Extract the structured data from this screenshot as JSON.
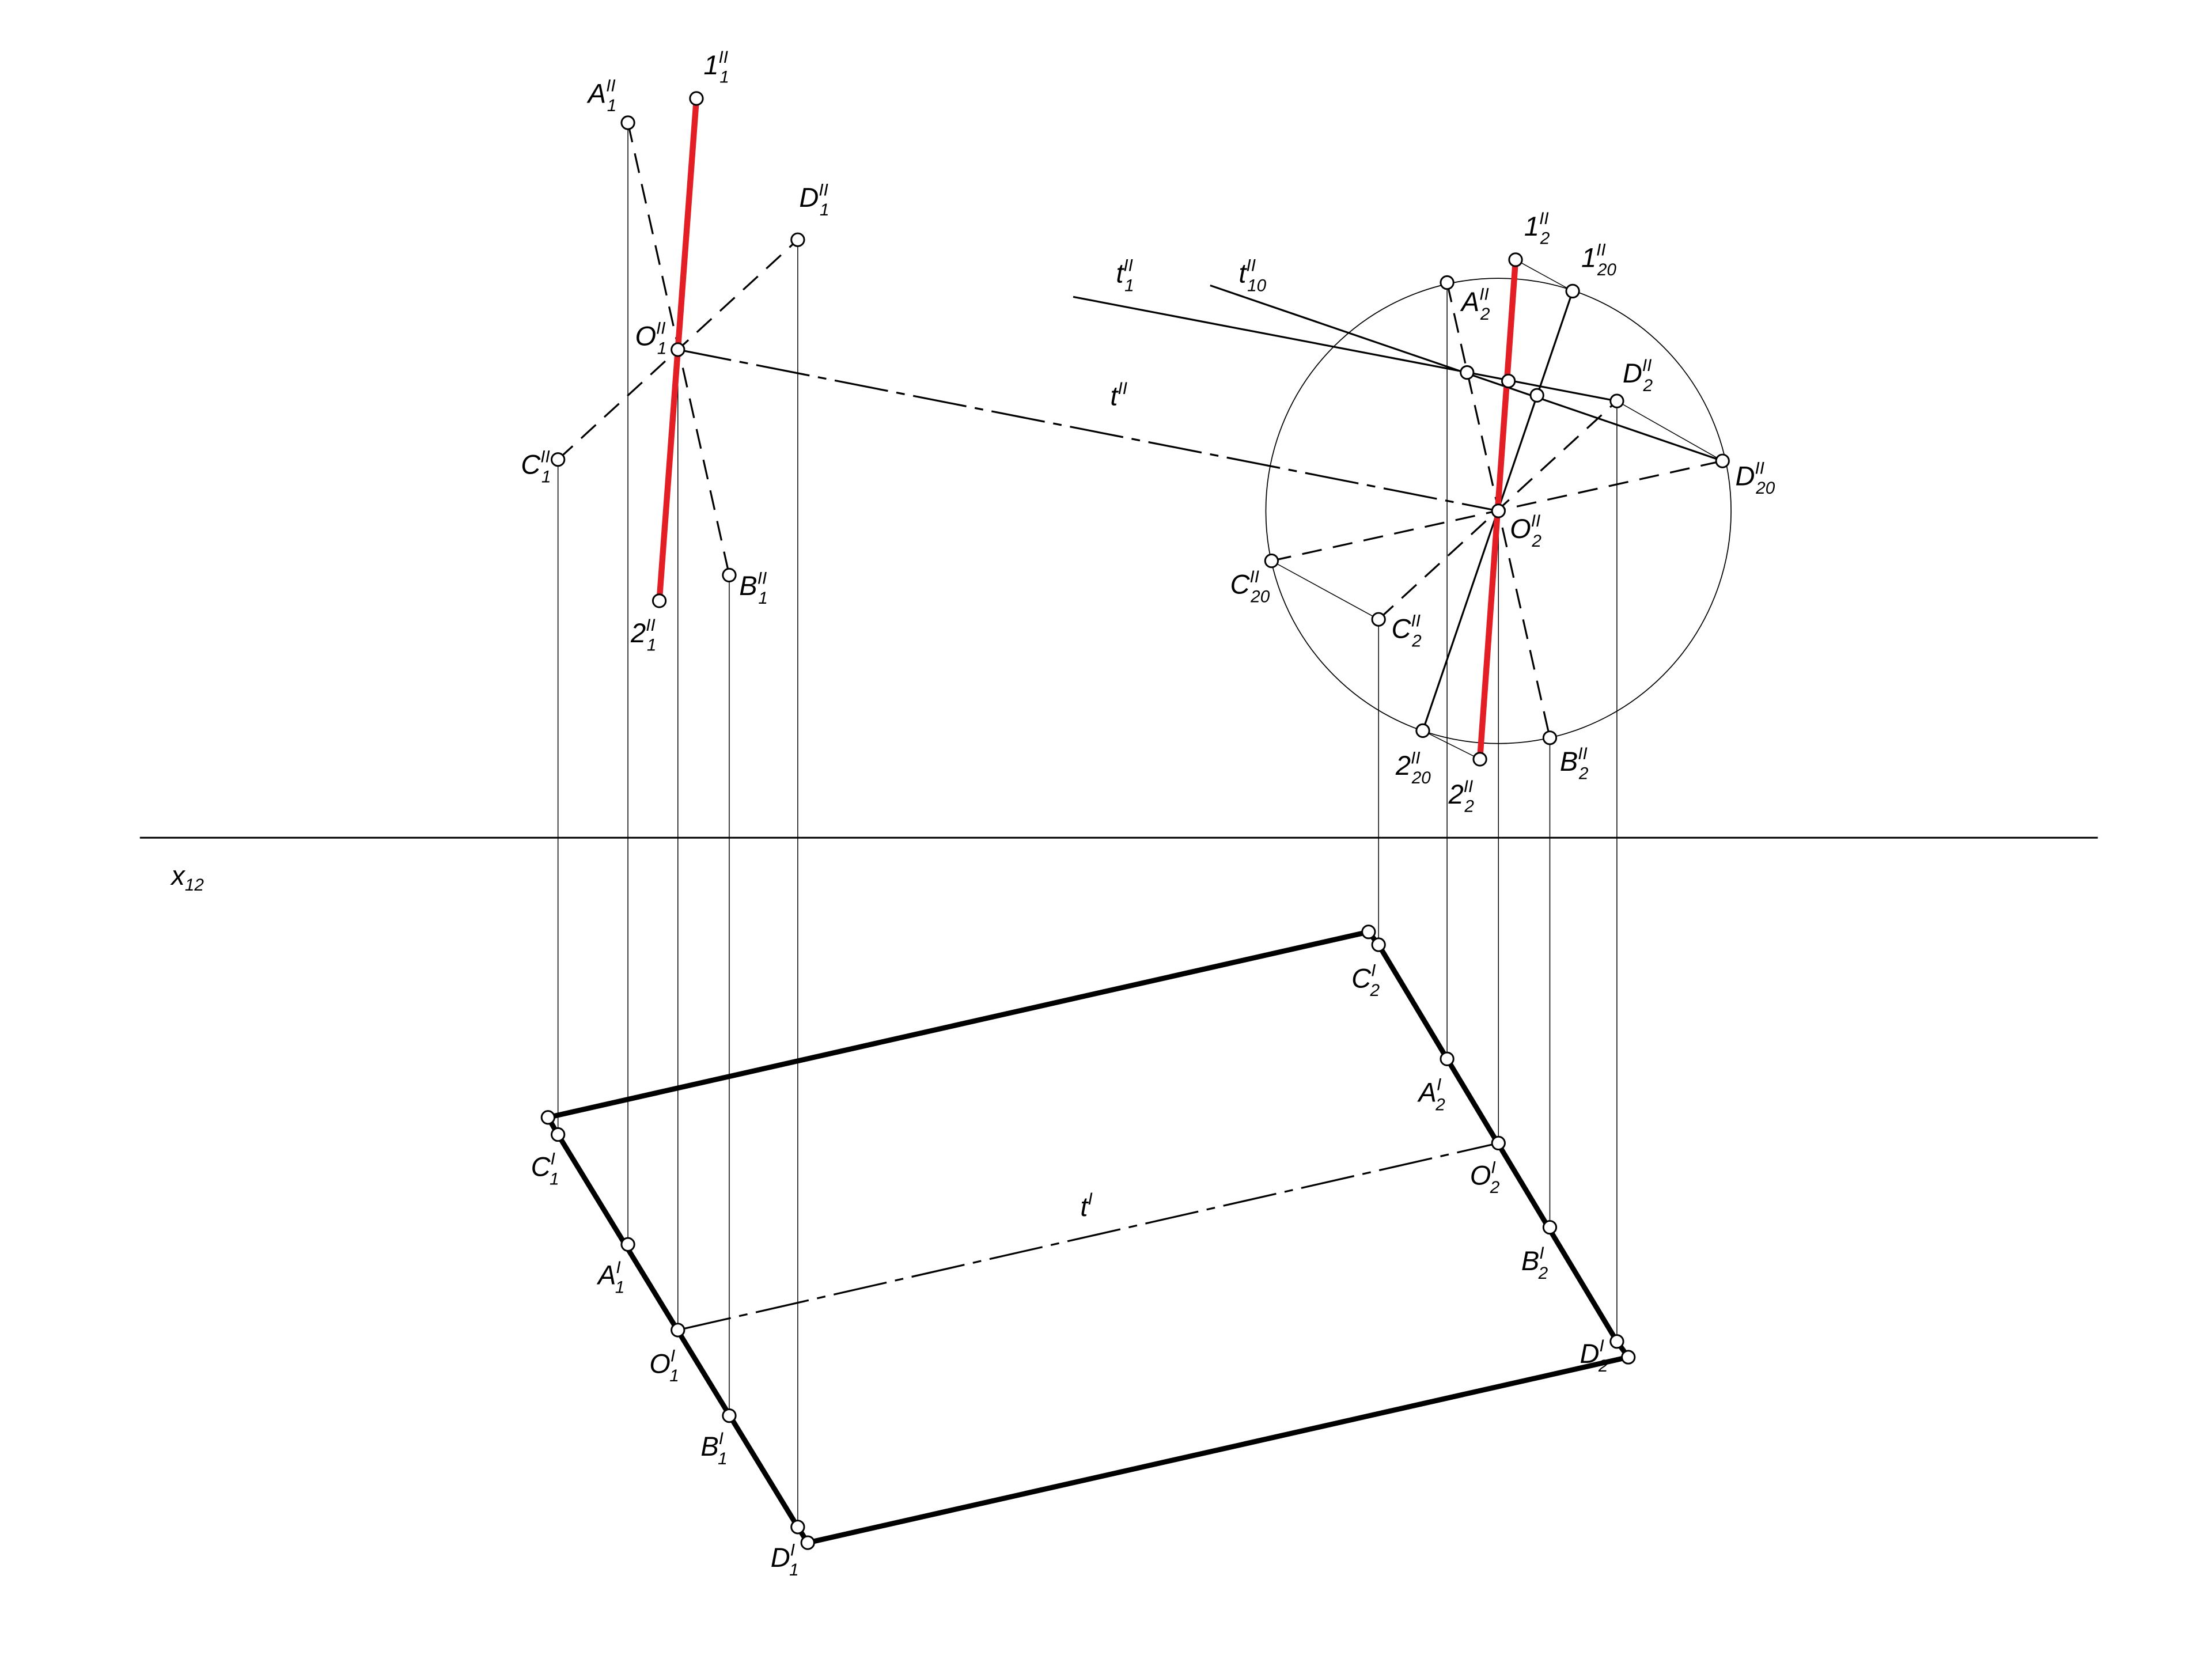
{
  "figure": {
    "type": "descriptive-geometry-projection",
    "axis_label": "x",
    "axis_sub": "12",
    "frontal_view_1": {
      "points": {
        "A": {
          "name": "A",
          "mark": "II",
          "sub": "1"
        },
        "B": {
          "name": "B",
          "mark": "II",
          "sub": "1"
        },
        "C": {
          "name": "C",
          "mark": "II",
          "sub": "1"
        },
        "D": {
          "name": "D",
          "mark": "II",
          "sub": "1"
        },
        "O": {
          "name": "O",
          "mark": "II",
          "sub": "1"
        },
        "P1": {
          "name": "1",
          "mark": "II",
          "sub": "1"
        },
        "P2": {
          "name": "2",
          "mark": "II",
          "sub": "1"
        }
      }
    },
    "frontal_view_2": {
      "points": {
        "A": {
          "name": "A",
          "mark": "II",
          "sub": "2"
        },
        "B": {
          "name": "B",
          "mark": "II",
          "sub": "2"
        },
        "C": {
          "name": "C",
          "mark": "II",
          "sub": "2"
        },
        "D": {
          "name": "D",
          "mark": "II",
          "sub": "2"
        },
        "O": {
          "name": "O",
          "mark": "II",
          "sub": "2"
        },
        "P1": {
          "name": "1",
          "mark": "II",
          "sub": "2"
        },
        "P2": {
          "name": "2",
          "mark": "II",
          "sub": "2"
        },
        "P1_20": {
          "name": "1",
          "mark": "II",
          "sub": "20"
        },
        "P2_20": {
          "name": "2",
          "mark": "II",
          "sub": "20"
        },
        "C_20": {
          "name": "C",
          "mark": "II",
          "sub": "20"
        },
        "D_20": {
          "name": "D",
          "mark": "II",
          "sub": "20"
        }
      },
      "lines": {
        "t": {
          "name": "t",
          "mark": "II",
          "sub": ""
        },
        "t1": {
          "name": "t",
          "mark": "II",
          "sub": "1"
        },
        "t10": {
          "name": "t",
          "mark": "II",
          "sub": "10"
        }
      }
    },
    "horizontal_view": {
      "points": {
        "C1": {
          "name": "C",
          "mark": "I",
          "sub": "1"
        },
        "A1": {
          "name": "A",
          "mark": "I",
          "sub": "1"
        },
        "O1": {
          "name": "O",
          "mark": "I",
          "sub": "1"
        },
        "B1": {
          "name": "B",
          "mark": "I",
          "sub": "1"
        },
        "D1": {
          "name": "D",
          "mark": "I",
          "sub": "1"
        },
        "C2": {
          "name": "C",
          "mark": "I",
          "sub": "2"
        },
        "A2": {
          "name": "A",
          "mark": "I",
          "sub": "2"
        },
        "O2": {
          "name": "O",
          "mark": "I",
          "sub": "2"
        },
        "B2": {
          "name": "B",
          "mark": "I",
          "sub": "2"
        },
        "D2": {
          "name": "D",
          "mark": "I",
          "sub": "2"
        }
      },
      "lines": {
        "t": {
          "name": "t",
          "mark": "I",
          "sub": ""
        }
      }
    },
    "colors": {
      "line": "#000000",
      "highlight": "#e31e24",
      "background": "#ffffff"
    }
  }
}
